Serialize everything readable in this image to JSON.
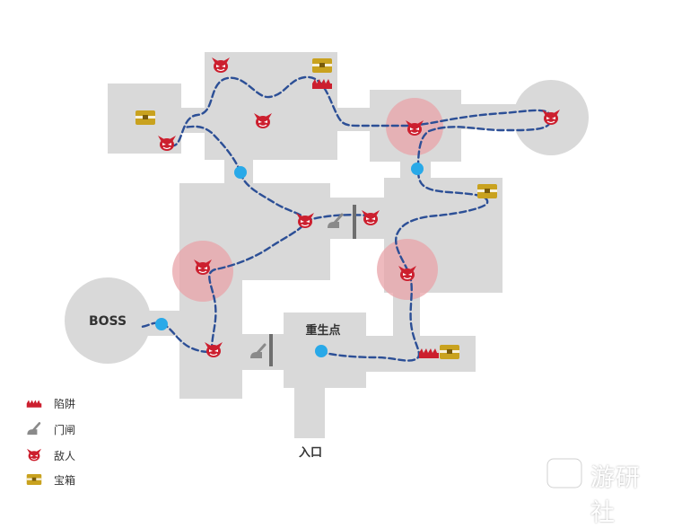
{
  "map": {
    "boss_label": "BOSS",
    "spawn_label": "重生点",
    "entrance_label": "入口"
  },
  "legend": {
    "items": [
      {
        "icon": "trap-icon",
        "label": "陷阱"
      },
      {
        "icon": "gate-lever-icon",
        "label": "门闸"
      },
      {
        "icon": "enemy-icon",
        "label": "敌人"
      },
      {
        "icon": "treasure-chest-icon",
        "label": "宝箱"
      }
    ]
  },
  "watermark": {
    "text": "游研社",
    "logo_icon": "gamepad-logo-icon"
  },
  "colors": {
    "room": "#d9d9d9",
    "path": "#2c4f96",
    "enemy": "#cc1f2e",
    "danger_zone": "#e8a3a8",
    "chest": "#c9a21f",
    "node": "#29a9e8",
    "gate": "#8a8a8a",
    "wall": "#6e6e6e"
  }
}
